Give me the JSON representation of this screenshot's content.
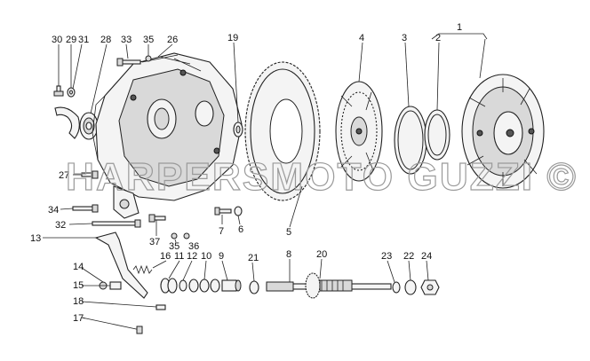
{
  "diagram": {
    "watermark": "HARPERSMOTO GUZZI ©",
    "callouts": [
      "30",
      "29",
      "31",
      "28",
      "33",
      "35",
      "26",
      "19",
      "4",
      "3",
      "2",
      "1",
      "27",
      "34",
      "32",
      "13",
      "37",
      "35",
      "36",
      "7",
      "6",
      "5",
      "16",
      "11",
      "12",
      "10",
      "9",
      "21",
      "8",
      "20",
      "23",
      "22",
      "24",
      "14",
      "15",
      "18",
      "17"
    ]
  }
}
